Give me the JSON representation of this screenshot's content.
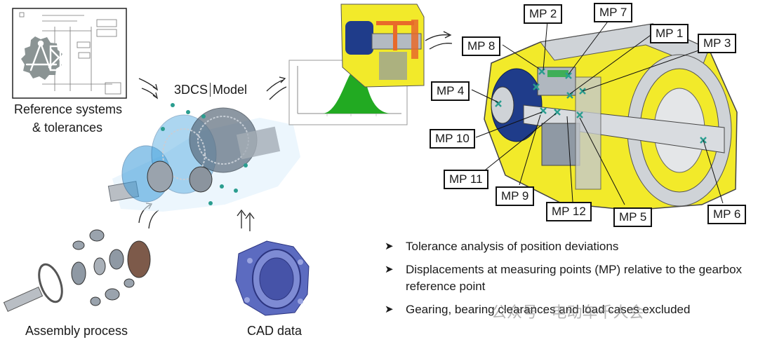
{
  "labels": {
    "reference": [
      "Reference systems",
      "& tolerances"
    ],
    "model": [
      "3DCS",
      "Model"
    ],
    "assembly": "Assembly process",
    "cad": "CAD data"
  },
  "measuring_points": [
    "MP 2",
    "MP 7",
    "MP 8",
    "MP 1",
    "MP 3",
    "MP 4",
    "MP 10",
    "MP 11",
    "MP 9",
    "MP 12",
    "MP 5",
    "MP 6"
  ],
  "bullets": [
    "Tolerance analysis of position deviations",
    "Displacements at measuring points (MP) relative to the gearbox reference point",
    "Gearing, bearing clearances and load cases excluded"
  ],
  "watermark": "公众号 · 电动车千人会",
  "colors": {
    "housing_yellow": "#f2ea2a",
    "marker_teal": "#2a9d8f",
    "model_blue": "#3a9ad9",
    "histogram_green": "#22aa22"
  }
}
